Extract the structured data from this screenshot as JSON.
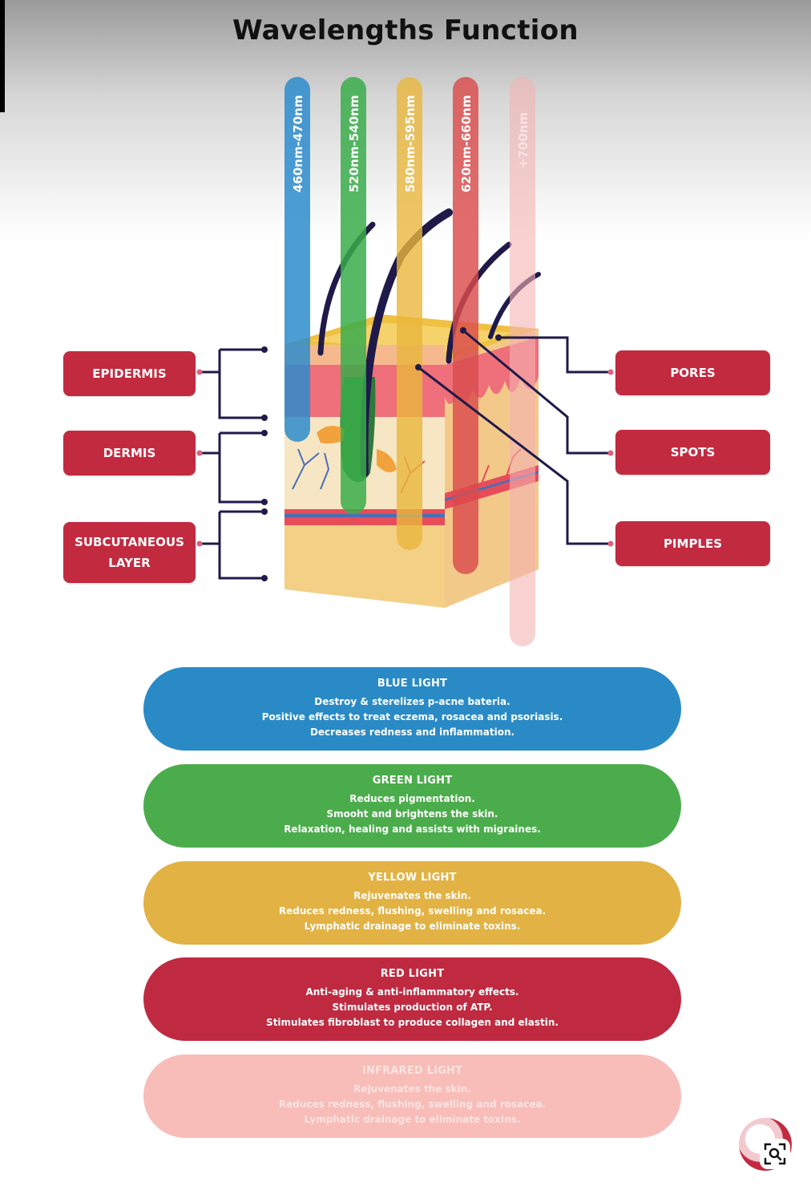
{
  "title": "Wavelengths Function",
  "beams": [
    {
      "label": "460nm-470nm",
      "color": "#2d8ccc"
    },
    {
      "label": "520nm-540nm",
      "color": "#3aad4a"
    },
    {
      "label": "580nm-595nm",
      "color": "#e8b63c"
    },
    {
      "label": "620nm-660nm",
      "color": "#d94c4c"
    },
    {
      "label": "+700nm",
      "color": "#f4b3b3"
    }
  ],
  "left_labels": {
    "epidermis": "EPIDERMIS",
    "dermis": "DERMIS",
    "subcutaneous_line1": "SUBCUTANEOUS",
    "subcutaneous_line2": "LAYER"
  },
  "right_labels": {
    "pores": "PORES",
    "spots": "SPOTS",
    "pimples": "PIMPLES"
  },
  "lights": [
    {
      "name": "BLUE LIGHT",
      "color": "#2a8ac6",
      "lines": [
        "Destroy & sterelizes p-acne bateria.",
        "Positive effects to treat eczema, rosacea and psoriasis.",
        "Decreases redness and inflammation."
      ]
    },
    {
      "name": "GREEN LIGHT",
      "color": "#4bac4b",
      "lines": [
        "Reduces pigmentation.",
        "Smooht and brightens the skin.",
        "Relaxation, healing and assists with migraines."
      ]
    },
    {
      "name": "YELLOW LIGHT",
      "color": "#e2b244",
      "lines": [
        "Rejuvenates the skin.",
        "Reduces redness, flushing, swelling and rosacea.",
        "Lymphatic drainage to eliminate toxins."
      ]
    },
    {
      "name": "RED LIGHT",
      "color": "#bf2a41",
      "lines": [
        "Anti-aging & anti-inflammatory effects.",
        "Stimulates production of ATP.",
        "Stimulates fibroblast to produce collagen and elastin."
      ]
    },
    {
      "name": "INFRARED LIGHT",
      "color": "#f8bdb9",
      "lines": [
        "Rejuvenates the skin.",
        "Reduces redness, flushing, swelling and rosacea.",
        "Lymphatic drainage to eliminate toxins."
      ]
    }
  ],
  "colors": {
    "label_red": "#c22a40",
    "connector": "#1f1a4a"
  },
  "icons": {
    "lens": "visual-search-icon"
  }
}
